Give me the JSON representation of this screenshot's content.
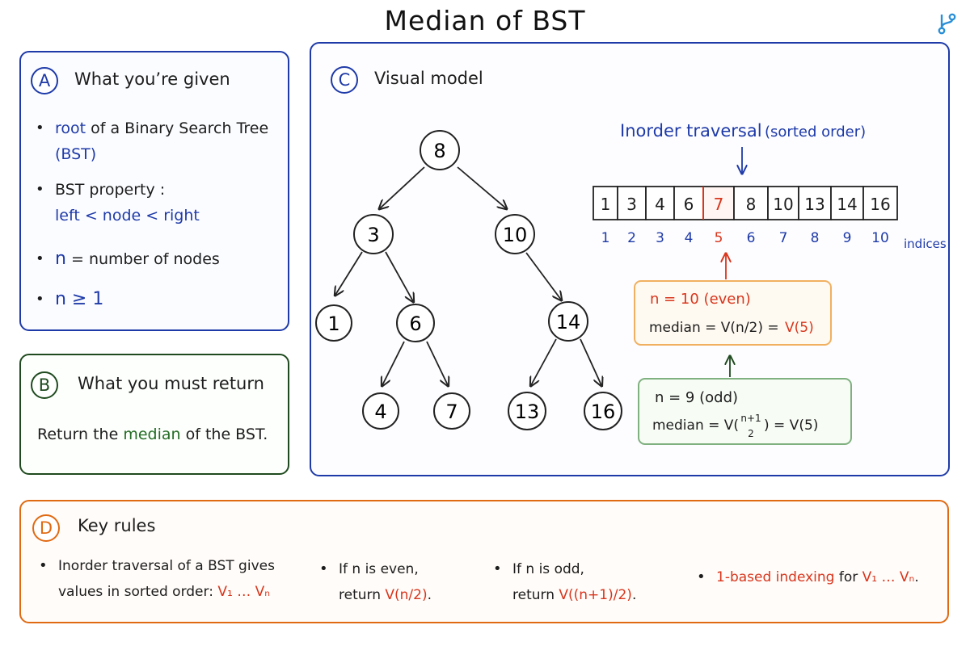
{
  "page": {
    "title": "Median of BST"
  },
  "panel_a": {
    "badge": "A",
    "title": "What you’re given",
    "item1_root": "root",
    "item1_rest": "of a Binary Search Tree",
    "item1_line2": "(BST)",
    "item2_line1": "BST property :",
    "item2_line2": "left < node < right",
    "item3_n": "n",
    "item3_rest": "= number of nodes",
    "item4": "n ≥ 1"
  },
  "panel_b": {
    "badge": "B",
    "title": "What you must return",
    "text_pre": "Return the",
    "text_word": "median",
    "text_post": "of the BST."
  },
  "panel_c": {
    "badge": "C",
    "title": "Visual model",
    "tree_nodes": [
      "8",
      "3",
      "10",
      "1",
      "6",
      "14",
      "4",
      "7",
      "13",
      "16"
    ],
    "inorder_title": "Inorder traversal",
    "inorder_subtitle": "(sorted order)",
    "array_values": [
      "1",
      "3",
      "4",
      "6",
      "7",
      "8",
      "10",
      "13",
      "14",
      "16"
    ],
    "array_indices": [
      "1",
      "2",
      "3",
      "4",
      "5",
      "6",
      "7",
      "8",
      "9",
      "10"
    ],
    "highlight_index": 5,
    "indices_label": "indices",
    "even_box": {
      "line1": "n = 10  (even)",
      "line2_pre": "median = V(n/2) =",
      "line2_value": "V(5)"
    },
    "odd_box": {
      "line1": "n = 9  (odd)",
      "line2_pre": "median = V(",
      "frac_num": "n+1",
      "frac_den": "2",
      "line2_post": ") = V(5)"
    }
  },
  "panel_d": {
    "badge": "D",
    "title": "Key rules",
    "rule1_line1": "Inorder traversal of a BST gives",
    "rule1_line2": "values in sorted order:",
    "rule1_seq": "V₁ … Vₙ",
    "rule2_line1": "If n is even,",
    "rule2_line2": "return",
    "rule2_expr": "V(n/2)",
    "rule2_end": ".",
    "rule3_line1": "If n is odd,",
    "rule3_line2": "return",
    "rule3_expr": "V((n+1)/2)",
    "rule3_end": ".",
    "rule4_red": "1-based indexing",
    "rule4_mid": "for",
    "rule4_seq": "V₁ … Vₙ",
    "rule4_end": "."
  },
  "colors": {
    "blue": "#1e3aa8",
    "green": "#1f4a1f",
    "orange": "#e06a12",
    "red": "#d8351c",
    "even_box_border": "#f0b060",
    "odd_box_border": "#7fb07f"
  }
}
